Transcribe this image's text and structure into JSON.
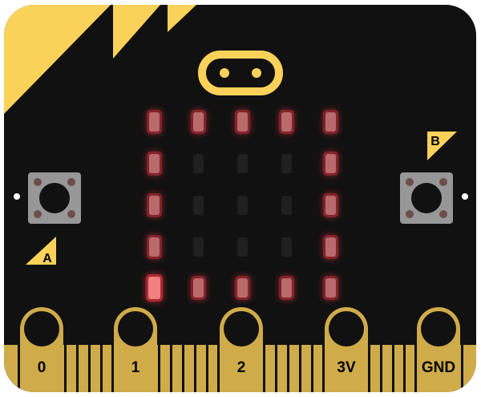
{
  "device": {
    "name": "micro:bit",
    "colors": {
      "board": "#111111",
      "accent_yellow": "#fad25a",
      "pin_gold": "#cfab4a",
      "led_on": "#b86a6c",
      "led_on_glow": "#e0303c",
      "led_bright": "#f08080",
      "led_off": "#202020",
      "button_body": "#979797",
      "button_screw": "#6e4d4d"
    }
  },
  "led_matrix": {
    "rows": 5,
    "cols": 5,
    "pattern": [
      [
        1,
        1,
        1,
        1,
        1
      ],
      [
        1,
        0,
        0,
        0,
        1
      ],
      [
        1,
        0,
        0,
        0,
        1
      ],
      [
        1,
        0,
        0,
        0,
        1
      ],
      [
        2,
        1,
        1,
        1,
        1
      ]
    ],
    "legend": {
      "0": "off",
      "1": "on",
      "2": "highlighted"
    }
  },
  "buttons": {
    "a": {
      "label": "A"
    },
    "b": {
      "label": "B"
    }
  },
  "pins": [
    {
      "id": "p0",
      "label": "0"
    },
    {
      "id": "p1",
      "label": "1"
    },
    {
      "id": "p2",
      "label": "2"
    },
    {
      "id": "p3v",
      "label": "3V"
    },
    {
      "id": "pgnd",
      "label": "GND"
    }
  ]
}
